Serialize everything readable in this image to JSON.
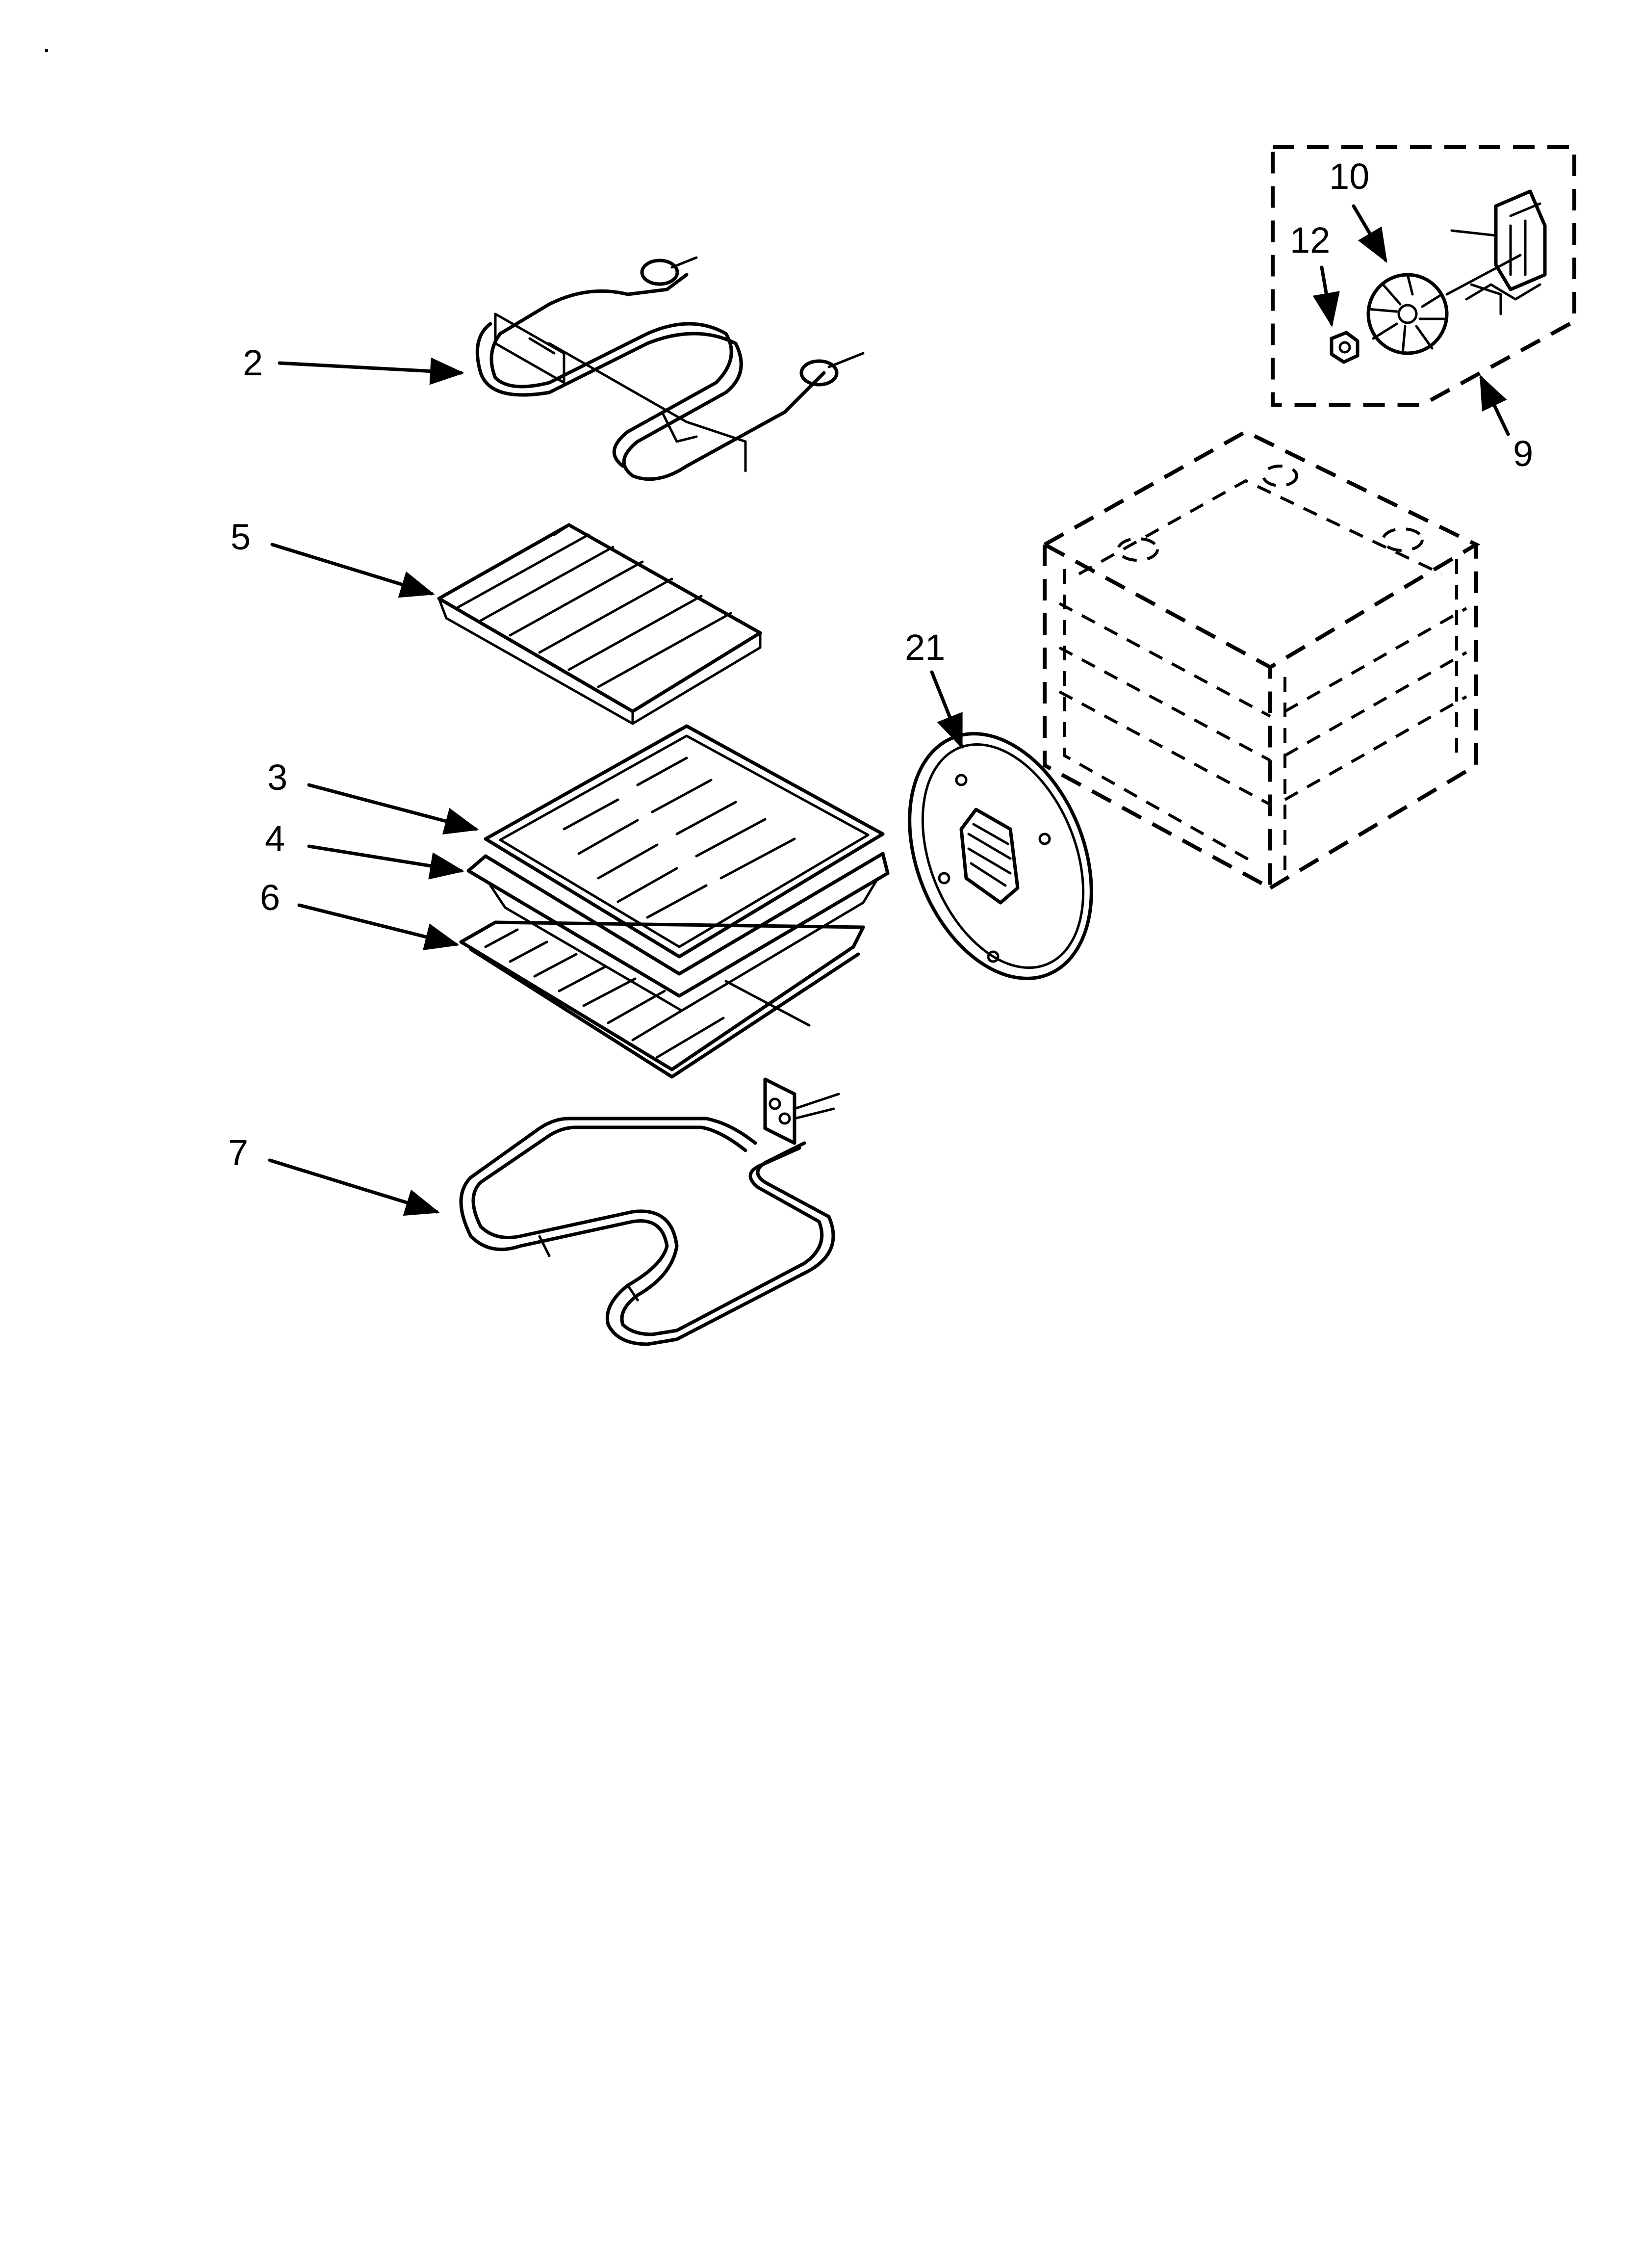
{
  "callouts": [
    {
      "id": "2",
      "label": "2"
    },
    {
      "id": "5",
      "label": "5"
    },
    {
      "id": "3",
      "label": "3"
    },
    {
      "id": "4",
      "label": "4"
    },
    {
      "id": "6",
      "label": "6"
    },
    {
      "id": "7",
      "label": "7"
    },
    {
      "id": "21",
      "label": "21"
    },
    {
      "id": "10",
      "label": "10"
    },
    {
      "id": "12",
      "label": "12"
    },
    {
      "id": "9",
      "label": "9"
    }
  ]
}
